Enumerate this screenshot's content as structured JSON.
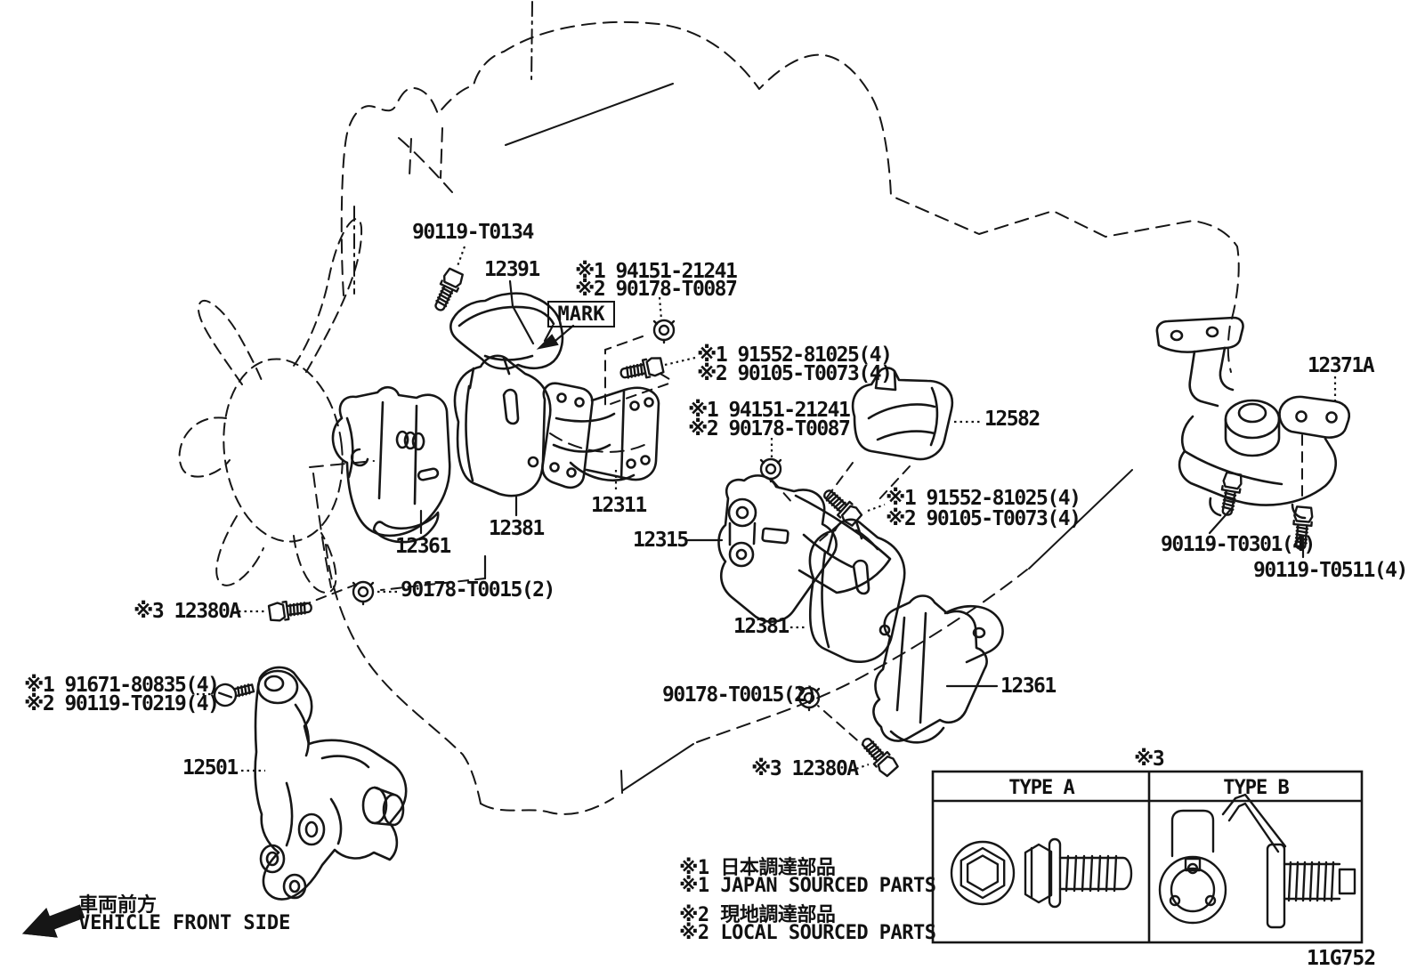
{
  "callouts": {
    "bolt_90119_T0134": "90119-T0134",
    "part_12391": "12391",
    "mark_box": "MARK",
    "ref1_94151_21241_a": "※1 94151-21241",
    "ref2_90178_T0087_a": "※2 90178-T0087",
    "ref1_91552_81025_a": "※1 91552-81025(4)",
    "ref2_90105_T0073_a": "※2 90105-T0073(4)",
    "ref1_94151_21241_b": "※1 94151-21241",
    "ref2_90178_T0087_b": "※2 90178-T0087",
    "ref1_91552_81025_b": "※1 91552-81025(4)",
    "ref2_90105_T0073_b": "※2 90105-T0073(4)",
    "part_12582": "12582",
    "part_12371A": "12371A",
    "part_12311": "12311",
    "part_12381_front": "12381",
    "part_12361_front": "12361",
    "part_12315": "12315",
    "nut_90178_T0015_front": "90178-T0015(2)",
    "bolt_12380A_front": "※3 12380A",
    "ref1_91671_80835": "※1 91671-80835(4)",
    "ref2_90119_T0219": "※2 90119-T0219(4)",
    "part_12501": "12501",
    "part_12381_rear": "12381",
    "nut_90178_T0015_rear": "90178-T0015(2)",
    "part_12361_rear": "12361",
    "bolt_12380A_rear": "※3 12380A",
    "bolt_90119_T0301": "90119-T0301(4)",
    "bolt_90119_T0511": "90119-T0511(4)"
  },
  "direction": {
    "jp": "車両前方",
    "en": "VEHICLE FRONT SIDE"
  },
  "legend": {
    "ref": "※3",
    "type_a": "TYPE A",
    "type_b": "TYPE B"
  },
  "notes": {
    "jp1": "※1 日本調達部品",
    "en1": "※1 JAPAN SOURCED PARTS",
    "jp2": "※2 現地調達部品",
    "en2": "※2 LOCAL SOURCED PARTS"
  },
  "figure_code": "11G752"
}
